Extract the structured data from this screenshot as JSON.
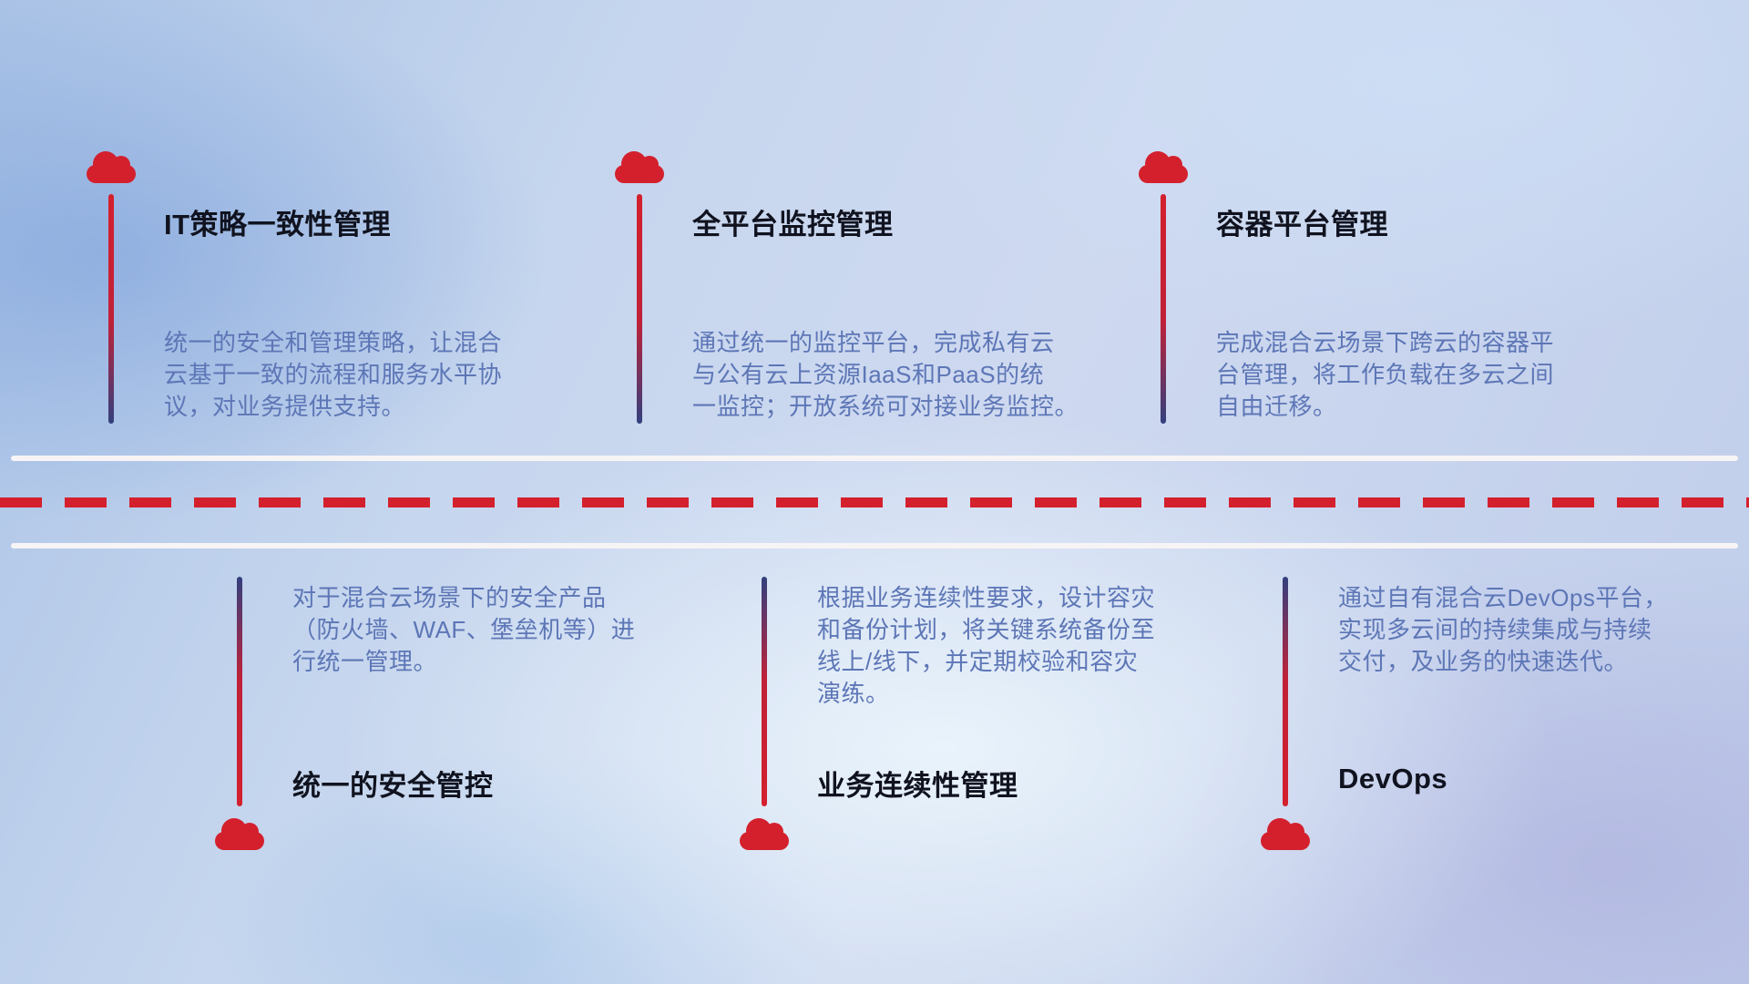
{
  "colors": {
    "cloud_red": "#d4202d",
    "pole_navy": "#32407e",
    "title_text": "#10131f",
    "description_text": "#5d76b6",
    "road_white": "#f7f4f5",
    "dash_red": "#d4202d",
    "background_blue": "#c6d6ee"
  },
  "top_items": [
    {
      "title": "IT策略一致性管理",
      "desc": "统一的安全和管理策略，让混合\n云基于一致的流程和服务水平协\n议，对业务提供支持。"
    },
    {
      "title": "全平台监控管理",
      "desc": "通过统一的监控平台，完成私有云\n与公有云上资源IaaS和PaaS的统\n一监控；开放系统可对接业务监控。"
    },
    {
      "title": "容器平台管理",
      "desc": "完成混合云场景下跨云的容器平\n台管理，将工作负载在多云之间\n自由迁移。"
    }
  ],
  "bottom_items": [
    {
      "title": "统一的安全管控",
      "desc": "对于混合云场景下的安全产品\n（防火墙、WAF、堡垒机等）进\n行统一管理。"
    },
    {
      "title": "业务连续性管理",
      "desc": "根据业务连续性要求，设计容灾\n和备份计划，将关键系统备份至\n线上/线下，并定期校验和容灾\n演练。"
    },
    {
      "title": "DevOps",
      "desc": "通过自有混合云DevOps平台，\n实现多云间的持续集成与持续\n交付，及业务的快速迭代。"
    }
  ]
}
